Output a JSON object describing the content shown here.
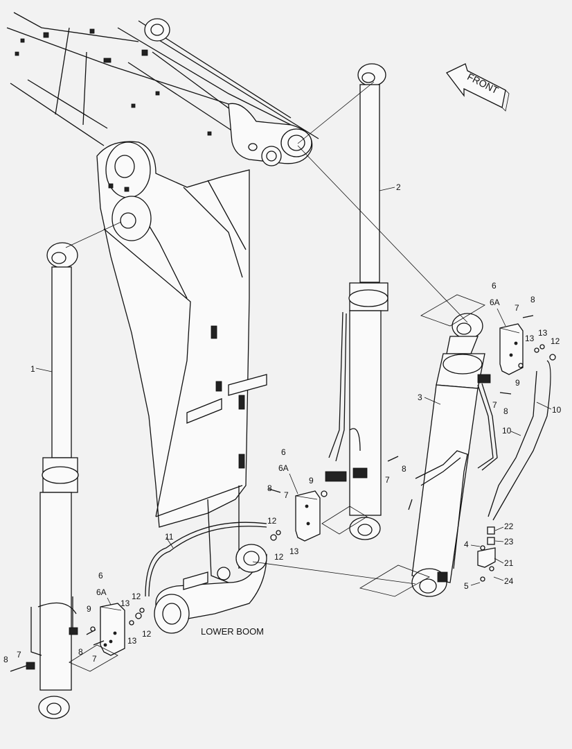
{
  "diagram": {
    "front_label": "FRONT",
    "assembly_label": "LOWER BOOM",
    "callouts": {
      "c1": "1",
      "c2": "2",
      "c3": "3",
      "c6_left": "6",
      "c6a_left": "6A",
      "c6_mid": "6",
      "c6a_mid": "6A",
      "c6_right": "6",
      "c6a_right": "6A",
      "c7_l1": "7",
      "c7_l2": "7",
      "c7_m1": "7",
      "c7_m2": "7",
      "c7_r1": "7",
      "c7_r2": "7",
      "c8_l1": "8",
      "c8_l2": "8",
      "c8_m1": "8",
      "c8_m2": "8",
      "c8_r1": "8",
      "c8_r2": "8",
      "c9_l": "9",
      "c9_m": "9",
      "c9_r": "9",
      "c10_a": "10",
      "c10_b": "10",
      "c11": "11",
      "c12_l1": "12",
      "c12_l2": "12",
      "c12_m1": "12",
      "c12_m2": "12",
      "c12_r": "12",
      "c13_l1": "13",
      "c13_l2": "13",
      "c13_m": "13",
      "c13_r": "13",
      "c4": "4",
      "c5": "5",
      "c21": "21",
      "c22": "22",
      "c23": "23",
      "c24": "24"
    }
  }
}
